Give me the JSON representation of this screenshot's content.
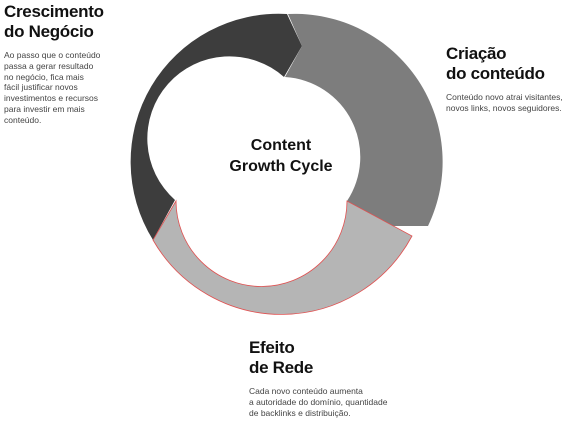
{
  "diagram": {
    "center": {
      "line1": "Content",
      "line2": "Growth Cycle"
    },
    "colors": {
      "dark": "#3d3d3d",
      "medium": "#7d7d7d",
      "light": "#b5b5b5",
      "accent_outline": "#e05050"
    },
    "stages": [
      {
        "id": "crescimento",
        "title_lines": [
          "Crescimento",
          "do Negócio"
        ],
        "desc_lines": [
          "Ao passo que o conteúdo",
          "passa a gerar resultado",
          "no negócio, fica mais",
          "fácil justificar novos",
          "investimentos e recursos",
          "para investir em mais",
          "conteúdo."
        ]
      },
      {
        "id": "criacao",
        "title_lines": [
          "Criação",
          "do conteúdo"
        ],
        "desc_lines": [
          "Conteúdo novo atrai visitantes,",
          "novos links, novos seguidores."
        ]
      },
      {
        "id": "efeito",
        "title_lines": [
          "Efeito",
          "de Rede"
        ],
        "desc_lines": [
          "Cada novo conteúdo aumenta",
          "a autoridade do domínio, quantidade",
          "de backlinks e distribuição."
        ]
      }
    ]
  }
}
